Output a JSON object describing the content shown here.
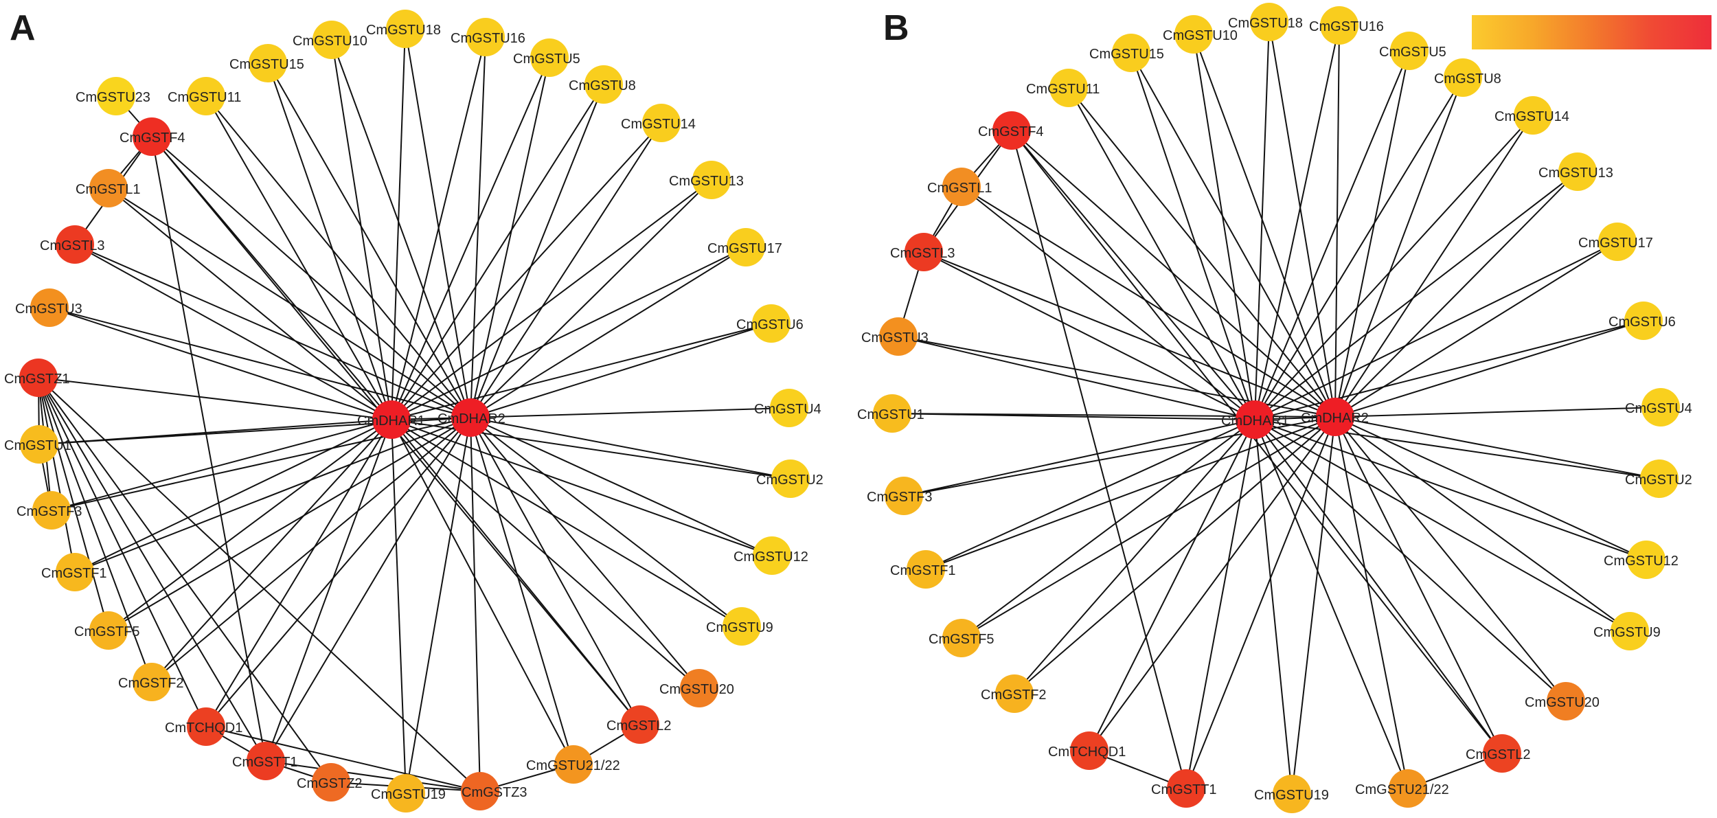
{
  "panels": [
    {
      "id": "A",
      "letter": "A",
      "nodes": [
        {
          "label": "CmGSTU23",
          "color": "#F9D51E",
          "edges": [
            "CmGSTF4"
          ]
        },
        {
          "label": "CmGSTF4",
          "color": "#EE2E23",
          "edges": [
            "CmGSTL1",
            "CmGSTL3",
            "CmGSTT1",
            "CmDHAR1",
            "CmDHAR2",
            "CmGSTL2"
          ]
        },
        {
          "label": "CmGSTL1",
          "color": "#F28E23",
          "edges": [
            "CmDHAR1",
            "CmDHAR2"
          ]
        },
        {
          "label": "CmGSTL3",
          "color": "#EC3A22",
          "edges": [
            "CmDHAR1",
            "CmDHAR2"
          ]
        },
        {
          "label": "CmGSTU3",
          "color": "#F3901F",
          "edges": [
            "CmDHAR1",
            "CmDHAR2"
          ]
        },
        {
          "label": "CmGSTZ1",
          "color": "#EC3622",
          "edges": [
            "CmGSTU1",
            "CmGSTF3",
            "CmGSTF1",
            "CmGSTF5",
            "CmGSTF2",
            "CmTCHQD1",
            "CmGSTT1",
            "CmGSTZ2",
            "CmGSTZ3",
            "CmDHAR1"
          ]
        },
        {
          "label": "CmGSTU1",
          "color": "#F7BC1E",
          "edges": [
            "CmGSTF3",
            "CmDHAR1",
            "CmDHAR2"
          ]
        },
        {
          "label": "CmGSTF3",
          "color": "#F7B61F",
          "edges": [
            "CmDHAR1",
            "CmDHAR2"
          ]
        },
        {
          "label": "CmGSTF1",
          "color": "#F7B81E",
          "edges": [
            "CmDHAR1",
            "CmDHAR2"
          ]
        },
        {
          "label": "CmGSTF5",
          "color": "#F7B31F",
          "edges": [
            "CmDHAR1",
            "CmDHAR2"
          ]
        },
        {
          "label": "CmGSTF2",
          "color": "#F7B21F",
          "edges": [
            "CmDHAR1",
            "CmDHAR2"
          ]
        },
        {
          "label": "CmTCHQD1",
          "color": "#EC4022",
          "edges": [
            "CmGSTT1",
            "CmGSTZ3",
            "CmDHAR1",
            "CmDHAR2"
          ]
        },
        {
          "label": "CmGSTT1",
          "color": "#EC3C22",
          "edges": [
            "CmGSTZ2",
            "CmGSTZ3",
            "CmDHAR1",
            "CmDHAR2"
          ]
        },
        {
          "label": "CmGSTZ2",
          "color": "#EE6A23",
          "edges": [
            "CmGSTZ3"
          ]
        },
        {
          "label": "CmGSTU19",
          "color": "#F7B61F",
          "edges": [
            "CmDHAR1",
            "CmDHAR2"
          ]
        },
        {
          "label": "CmGSTZ3",
          "color": "#EE6623",
          "edges": [
            "CmGSTU21/22",
            "CmDHAR2"
          ]
        },
        {
          "label": "CmGSTU21/22",
          "color": "#F3951F",
          "edges": [
            "CmGSTL2",
            "CmDHAR1",
            "CmDHAR2"
          ]
        },
        {
          "label": "CmGSTL2",
          "color": "#EC4322",
          "edges": [
            "CmDHAR1",
            "CmDHAR2"
          ]
        },
        {
          "label": "CmGSTU20",
          "color": "#F07E22",
          "edges": [
            "CmDHAR1",
            "CmDHAR2"
          ]
        },
        {
          "label": "CmGSTU9",
          "color": "#F9CF1E",
          "edges": [
            "CmDHAR1",
            "CmDHAR2"
          ]
        },
        {
          "label": "CmGSTU12",
          "color": "#F9D11E",
          "edges": [
            "CmDHAR1",
            "CmDHAR2"
          ]
        },
        {
          "label": "CmGSTU2",
          "color": "#F9CF1E",
          "edges": [
            "CmDHAR1",
            "CmDHAR2"
          ]
        },
        {
          "label": "CmGSTU4",
          "color": "#F9D01E",
          "edges": [
            "CmDHAR2"
          ]
        },
        {
          "label": "CmGSTU6",
          "color": "#F9CF1E",
          "edges": [
            "CmDHAR1",
            "CmDHAR2"
          ]
        },
        {
          "label": "CmGSTU17",
          "color": "#F9CE1E",
          "edges": [
            "CmDHAR1",
            "CmDHAR2"
          ]
        },
        {
          "label": "CmGSTU13",
          "color": "#F9CE1E",
          "edges": [
            "CmDHAR1",
            "CmDHAR2"
          ]
        },
        {
          "label": "CmGSTU14",
          "color": "#F9CD1E",
          "edges": [
            "CmDHAR1",
            "CmDHAR2"
          ]
        },
        {
          "label": "CmGSTU8",
          "color": "#F9CE1E",
          "edges": [
            "CmDHAR1",
            "CmDHAR2"
          ]
        },
        {
          "label": "CmGSTU5",
          "color": "#F9CE1E",
          "edges": [
            "CmDHAR1",
            "CmDHAR2"
          ]
        },
        {
          "label": "CmGSTU16",
          "color": "#F9CD1E",
          "edges": [
            "CmDHAR1",
            "CmDHAR2"
          ]
        },
        {
          "label": "CmGSTU18",
          "color": "#F9CD1E",
          "edges": [
            "CmDHAR1",
            "CmDHAR2"
          ]
        },
        {
          "label": "CmGSTU10",
          "color": "#F9CD1E",
          "edges": [
            "CmDHAR1",
            "CmDHAR2"
          ]
        },
        {
          "label": "CmGSTU15",
          "color": "#F9CD1E",
          "edges": [
            "CmDHAR1",
            "CmDHAR2"
          ]
        },
        {
          "label": "CmGSTU11",
          "color": "#F9CE1E",
          "edges": [
            "CmDHAR1",
            "CmDHAR2"
          ]
        },
        {
          "label": "CmDHAR1",
          "color": "#EE1E25",
          "edges": [
            "CmDHAR2"
          ]
        },
        {
          "label": "CmDHAR2",
          "color": "#EE1E25",
          "edges": []
        }
      ]
    },
    {
      "id": "B",
      "letter": "B",
      "legend_colors": [
        "#FBCB2E",
        "#F7A82A",
        "#F37A2C",
        "#F04A34",
        "#EE2E3A"
      ],
      "nodes": [
        {
          "label": "CmGSTF4",
          "color": "#EE2E23",
          "edges": [
            "CmGSTL1",
            "CmGSTL3",
            "CmGSTT1",
            "CmDHAR1",
            "CmDHAR2",
            "CmGSTL2"
          ]
        },
        {
          "label": "CmGSTL1",
          "color": "#F28E23",
          "edges": [
            "CmGSTL3",
            "CmDHAR1",
            "CmDHAR2"
          ]
        },
        {
          "label": "CmGSTL3",
          "color": "#EC3A22",
          "edges": [
            "CmGSTU3",
            "CmDHAR1",
            "CmDHAR2"
          ]
        },
        {
          "label": "CmGSTU3",
          "color": "#F3901F",
          "edges": [
            "CmDHAR1",
            "CmDHAR2"
          ]
        },
        {
          "label": "CmGSTU1",
          "color": "#F7BC1E",
          "edges": [
            "CmDHAR1",
            "CmDHAR2"
          ]
        },
        {
          "label": "CmGSTF3",
          "color": "#F7B61F",
          "edges": [
            "CmDHAR1",
            "CmDHAR2"
          ]
        },
        {
          "label": "CmGSTF1",
          "color": "#F7B81E",
          "edges": [
            "CmDHAR1",
            "CmDHAR2"
          ]
        },
        {
          "label": "CmGSTF5",
          "color": "#F7B31F",
          "edges": [
            "CmDHAR1",
            "CmDHAR2"
          ]
        },
        {
          "label": "CmGSTF2",
          "color": "#F7B21F",
          "edges": [
            "CmDHAR1",
            "CmDHAR2"
          ]
        },
        {
          "label": "CmTCHQD1",
          "color": "#EC4022",
          "edges": [
            "CmGSTT1",
            "CmDHAR1",
            "CmDHAR2"
          ]
        },
        {
          "label": "CmGSTT1",
          "color": "#EC3C22",
          "edges": [
            "CmDHAR1",
            "CmDHAR2"
          ]
        },
        {
          "label": "CmGSTU19",
          "color": "#F7B61F",
          "edges": [
            "CmDHAR1",
            "CmDHAR2"
          ]
        },
        {
          "label": "CmGSTU21/22",
          "color": "#F3951F",
          "edges": [
            "CmGSTL2",
            "CmDHAR1",
            "CmDHAR2"
          ]
        },
        {
          "label": "CmGSTL2",
          "color": "#EC4322",
          "edges": [
            "CmDHAR1",
            "CmDHAR2"
          ]
        },
        {
          "label": "CmGSTU20",
          "color": "#F07E22",
          "edges": [
            "CmDHAR1",
            "CmDHAR2"
          ]
        },
        {
          "label": "CmGSTU9",
          "color": "#F9CF1E",
          "edges": [
            "CmDHAR1",
            "CmDHAR2"
          ]
        },
        {
          "label": "CmGSTU12",
          "color": "#F9D11E",
          "edges": [
            "CmDHAR1",
            "CmDHAR2"
          ]
        },
        {
          "label": "CmGSTU2",
          "color": "#F9CF1E",
          "edges": [
            "CmDHAR1",
            "CmDHAR2"
          ]
        },
        {
          "label": "CmGSTU4",
          "color": "#F9D01E",
          "edges": [
            "CmDHAR2"
          ]
        },
        {
          "label": "CmGSTU6",
          "color": "#F9CF1E",
          "edges": [
            "CmDHAR1",
            "CmDHAR2"
          ]
        },
        {
          "label": "CmGSTU17",
          "color": "#F9CE1E",
          "edges": [
            "CmDHAR1",
            "CmDHAR2"
          ]
        },
        {
          "label": "CmGSTU13",
          "color": "#F9CE1E",
          "edges": [
            "CmDHAR1",
            "CmDHAR2"
          ]
        },
        {
          "label": "CmGSTU14",
          "color": "#F9CD1E",
          "edges": [
            "CmDHAR1",
            "CmDHAR2"
          ]
        },
        {
          "label": "CmGSTU8",
          "color": "#F9CE1E",
          "edges": [
            "CmDHAR1",
            "CmDHAR2"
          ]
        },
        {
          "label": "CmGSTU5",
          "color": "#F9CE1E",
          "edges": [
            "CmDHAR1",
            "CmDHAR2"
          ]
        },
        {
          "label": "CmGSTU16",
          "color": "#F9CD1E",
          "edges": [
            "CmDHAR1",
            "CmDHAR2"
          ]
        },
        {
          "label": "CmGSTU18",
          "color": "#F9CD1E",
          "edges": [
            "CmDHAR1",
            "CmDHAR2"
          ]
        },
        {
          "label": "CmGSTU10",
          "color": "#F9CD1E",
          "edges": [
            "CmDHAR1",
            "CmDHAR2"
          ]
        },
        {
          "label": "CmGSTU15",
          "color": "#F9CD1E",
          "edges": [
            "CmDHAR1",
            "CmDHAR2"
          ]
        },
        {
          "label": "CmGSTU11",
          "color": "#F9CE1E",
          "edges": [
            "CmDHAR1",
            "CmDHAR2"
          ]
        },
        {
          "label": "CmDHAR1",
          "color": "#EE1E25",
          "edges": [
            "CmDHAR2"
          ]
        },
        {
          "label": "CmDHAR2",
          "color": "#EE1E25",
          "edges": []
        }
      ]
    }
  ]
}
